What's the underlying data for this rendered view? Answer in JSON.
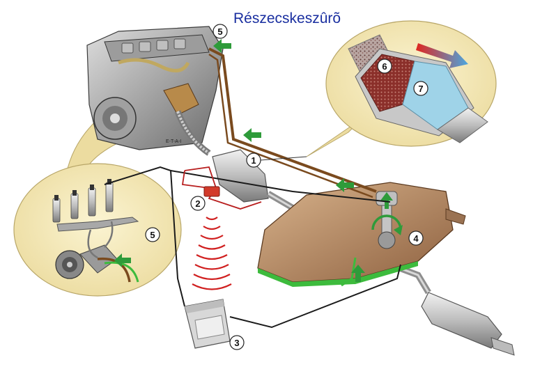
{
  "title": "Részecskeszûrõ",
  "watermark": "E-T-A-I",
  "colors": {
    "title": "#1a2fa0",
    "fuel_line": "#7a4a1e",
    "green_arrow": "#2e9b3a",
    "red_wire": "#b81e1e",
    "black_wire": "#1a1a1a",
    "zoom_bubble": "#f2e7b4",
    "tank": "#b98c62",
    "tank_green_edge": "#3dbb3d",
    "filter_dark": "#7a2f2a",
    "filter_light": "#9fd3e8",
    "radio_wave": "#d02020"
  },
  "callouts": {
    "c1": "1",
    "c2": "2",
    "c3": "3",
    "c4": "4",
    "c5a": "5",
    "c5b": "5",
    "c6": "6",
    "c7": "7"
  }
}
